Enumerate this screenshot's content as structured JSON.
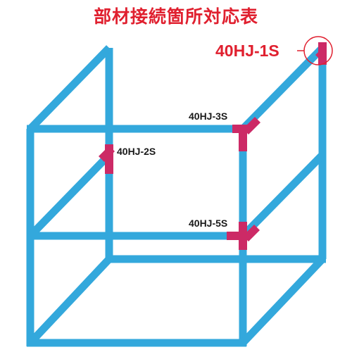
{
  "title": "部材接続箇所対応表",
  "colors": {
    "frame": "#33a8dc",
    "joint": "#cc2a66",
    "highlight": "#e0202f",
    "label": "#1a1a1a"
  },
  "joints": [
    {
      "id": "40HJ-1S",
      "label": "40HJ-1S",
      "highlighted": true
    },
    {
      "id": "40HJ-2S",
      "label": "40HJ-2S",
      "highlighted": false
    },
    {
      "id": "40HJ-3S",
      "label": "40HJ-3S",
      "highlighted": false
    },
    {
      "id": "40HJ-5S",
      "label": "40HJ-5S",
      "highlighted": false
    }
  ]
}
